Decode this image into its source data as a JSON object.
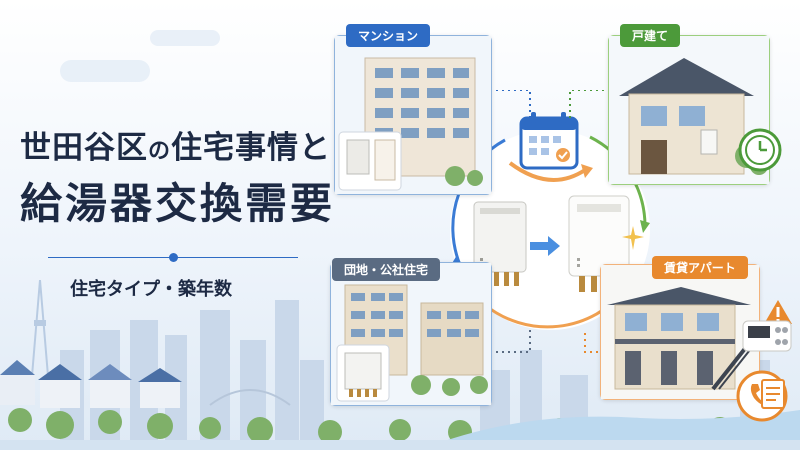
{
  "headline": {
    "line1_part1": "世田谷区",
    "line1_part2": "の",
    "line1_part3": "住宅事情と",
    "line2": "給湯器交換需要"
  },
  "subtitle": "住宅タイプ・築年数",
  "housing_types": [
    {
      "label": "マンション"
    },
    {
      "label": "戸建て"
    },
    {
      "label": "団地・公社住宅"
    },
    {
      "label": "賃貸アパート"
    }
  ],
  "colors": {
    "primary_blue": "#2e6bc4",
    "green": "#4c9a3a",
    "orange": "#e8892e",
    "title_navy": "#1d2a44"
  },
  "icons": [
    "calendar-icon",
    "clock-icon",
    "warning-icon",
    "phone-icon",
    "document-icon",
    "sparkle-icon"
  ]
}
